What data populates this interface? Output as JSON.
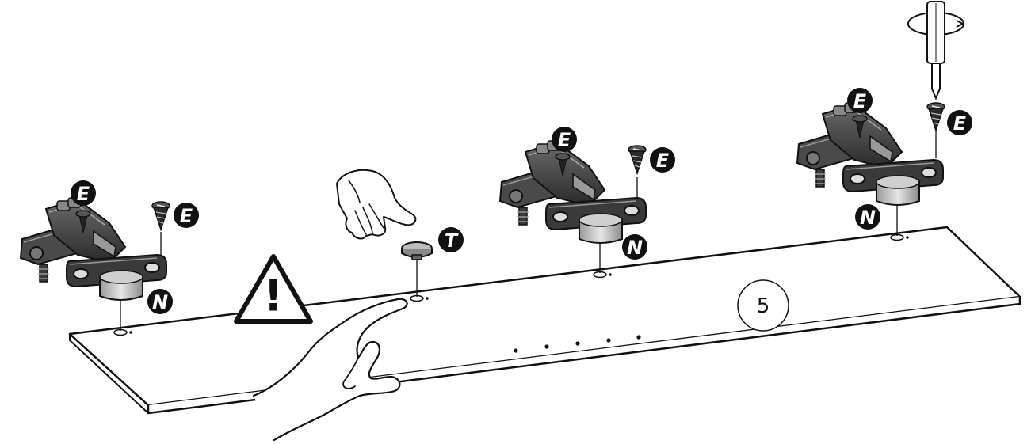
{
  "step_number": "5",
  "warning_symbol": "!",
  "part_labels": {
    "screw": "E",
    "hinge_cup": "N",
    "cap": "T"
  },
  "icons": [
    "warning-triangle-icon",
    "screwdriver-icon",
    "hand-press-icon",
    "hand-pointing-icon"
  ],
  "colors": {
    "line": "#111111",
    "hinge_dark": "#2b2b2b",
    "hinge_mid": "#5a5a5a",
    "panel": "#ffffff"
  }
}
